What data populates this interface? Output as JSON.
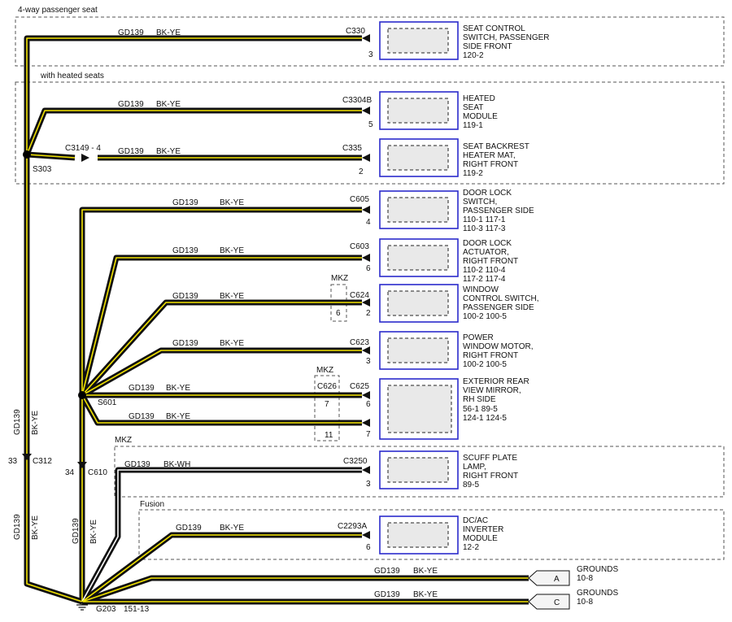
{
  "regions": {
    "four_way": "4-way passenger seat",
    "heated": "with heated seats",
    "mkz_scuff": "MKZ",
    "fusion": "Fusion",
    "mkz_window": "MKZ",
    "mkz_mirror": "MKZ"
  },
  "splices": {
    "s303": "S303",
    "s601": "S601"
  },
  "inline": {
    "c3149": "C3149 - 4",
    "c312_pin": "33",
    "c312": "C312",
    "c610_pin": "34",
    "c610": "C610",
    "mkz_window_pin": "6",
    "c626": "C626",
    "c626_pin_a": "7",
    "c626_pin_b": "11"
  },
  "trunk_labels": {
    "left_upper_circuit": "GD139",
    "left_upper_color": "BK-YE",
    "left_lower_circuit": "GD139",
    "left_lower_color": "BK-YE",
    "mid_lower_circuit": "GD139",
    "mid_lower_color": "BK-YE"
  },
  "wires": [
    {
      "circuit": "GD139",
      "color": "BK-YE"
    },
    {
      "circuit": "GD139",
      "color": "BK-YE"
    },
    {
      "circuit": "GD139",
      "color": "BK-YE"
    },
    {
      "circuit": "GD139",
      "color": "BK-YE"
    },
    {
      "circuit": "GD139",
      "color": "BK-YE"
    },
    {
      "circuit": "GD139",
      "color": "BK-YE"
    },
    {
      "circuit": "GD139",
      "color": "BK-YE"
    },
    {
      "circuit": "GD139",
      "color": "BK-YE"
    },
    {
      "circuit": "GD139",
      "color": "BK-YE"
    },
    {
      "circuit": "GD139",
      "color": "BK-WH"
    },
    {
      "circuit": "GD139",
      "color": "BK-YE"
    },
    {
      "circuit": "GD139",
      "color": "BK-YE"
    },
    {
      "circuit": "GD139",
      "color": "BK-YE"
    }
  ],
  "components": [
    {
      "connector": "C330",
      "pin": "3",
      "lines": [
        "SEAT CONTROL",
        "SWITCH, PASSENGER",
        "SIDE FRONT",
        "120-2"
      ]
    },
    {
      "connector": "C3304B",
      "pin": "5",
      "lines": [
        "HEATED",
        "SEAT",
        "MODULE",
        "119-1"
      ]
    },
    {
      "connector": "C335",
      "pin": "2",
      "lines": [
        "SEAT BACKREST",
        "HEATER MAT,",
        "RIGHT FRONT",
        "119-2"
      ]
    },
    {
      "connector": "C605",
      "pin": "4",
      "lines": [
        "DOOR LOCK",
        "SWITCH,",
        "PASSENGER SIDE",
        "110-1     117-1",
        "110-3     117-3"
      ]
    },
    {
      "connector": "C603",
      "pin": "6",
      "lines": [
        "DOOR LOCK",
        "ACTUATOR,",
        "RIGHT FRONT",
        "110-2     110-4",
        "117-2     117-4"
      ]
    },
    {
      "connector": "C624",
      "pin": "2",
      "lines": [
        "WINDOW",
        "CONTROL SWITCH,",
        "PASSENGER SIDE",
        "100-2     100-5"
      ]
    },
    {
      "connector": "C623",
      "pin": "3",
      "lines": [
        "POWER",
        "WINDOW MOTOR,",
        "RIGHT FRONT",
        "100-2     100-5"
      ]
    },
    {
      "connector": "C625",
      "pin": "6",
      "pin2": "7",
      "lines": [
        "EXTERIOR REAR",
        "VIEW MIRROR,",
        "RH SIDE",
        "56-1       89-5",
        "124-1     124-5"
      ]
    },
    {
      "connector": "C3250",
      "pin": "3",
      "lines": [
        "SCUFF PLATE",
        "LAMP,",
        "RIGHT FRONT",
        "89-5"
      ]
    },
    {
      "connector": "C2293A",
      "pin": "6",
      "lines": [
        "DC/AC",
        "INVERTER",
        "MODULE",
        "12-2"
      ]
    }
  ],
  "grounds": [
    {
      "tag": "A",
      "lines": [
        "GROUNDS",
        "10-8"
      ]
    },
    {
      "tag": "C",
      "lines": [
        "GROUNDS",
        "10-8"
      ]
    }
  ],
  "ground_point": {
    "name": "G203",
    "ref": "151-13"
  }
}
